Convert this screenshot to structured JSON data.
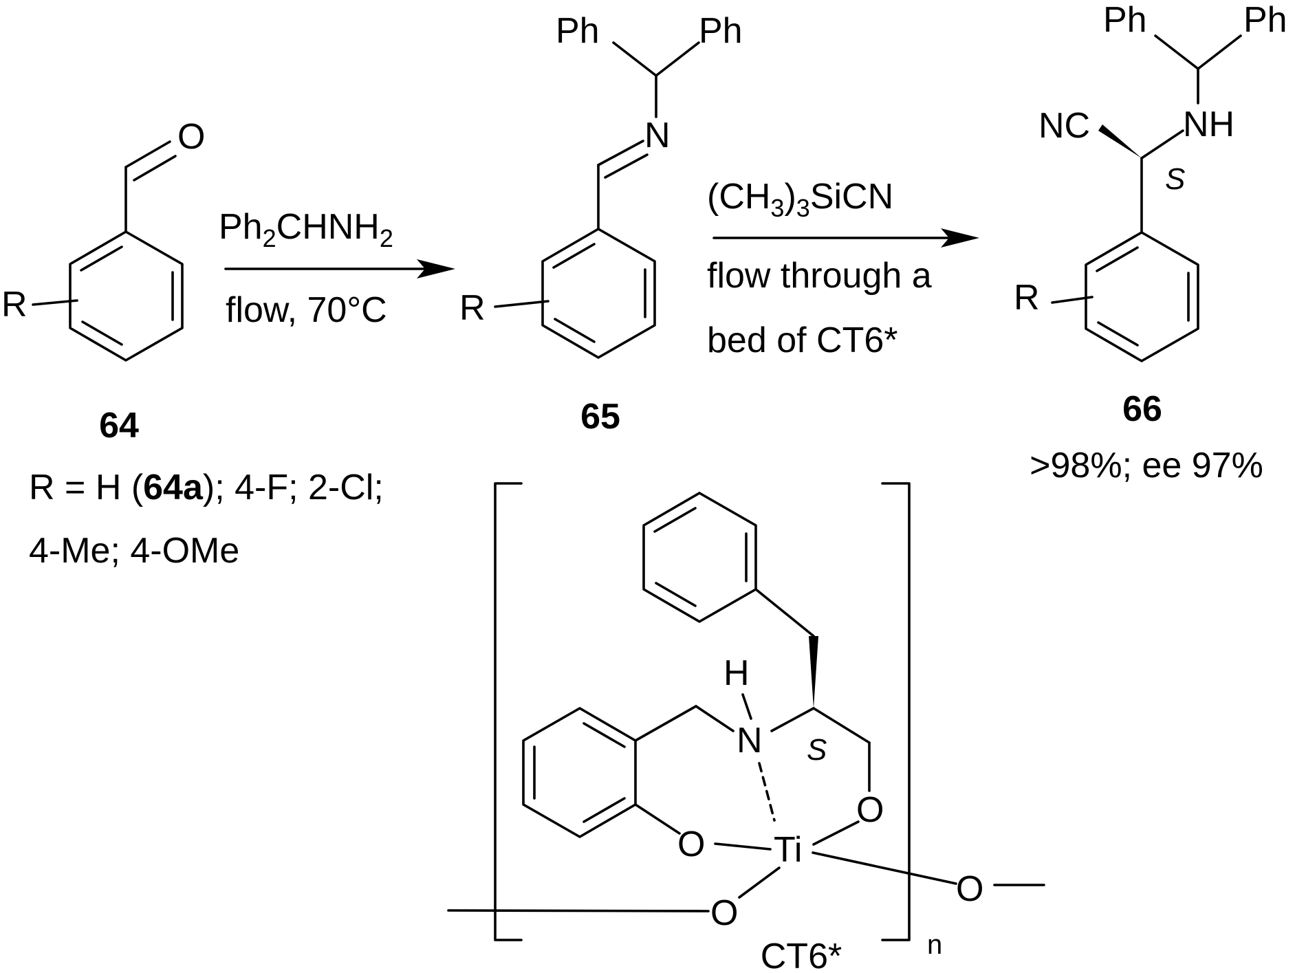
{
  "compounds": {
    "c64": {
      "label": "64",
      "R": "R",
      "O": "O"
    },
    "c65": {
      "label": "65",
      "R": "R",
      "N": "N",
      "Ph1": "Ph",
      "Ph2": "Ph"
    },
    "c66": {
      "label": "66",
      "R": "R",
      "NC": "NC",
      "NH": "NH",
      "Ph1": "Ph",
      "Ph2": "Ph",
      "stereo": "S",
      "yield": ">98%; ee 97%"
    }
  },
  "step1": {
    "reagent_main": "Ph",
    "reagent_sub": "2",
    "reagent_rest": "CHNH",
    "reagent_sub2": "2",
    "conditions": "flow, 70°C"
  },
  "step2": {
    "reagent_open": "(CH",
    "reagent_sub": "3",
    "reagent_close": ")",
    "reagent_sub2": "3",
    "reagent_rest": "SiCN",
    "line1": "flow through a",
    "line2": "bed of CT6*"
  },
  "substituents": {
    "prefix": "R = H (",
    "bold": "64a",
    "suffix": "); 4-F; 2-Cl;",
    "line2": "4-Me; 4-OMe"
  },
  "catalyst": {
    "label": "CT6*",
    "repeat": "n",
    "H": "H",
    "N": "N",
    "stereo": "S",
    "O1": "O",
    "O2": "O",
    "O3": "O",
    "O4": "O",
    "Ti": "Ti"
  }
}
